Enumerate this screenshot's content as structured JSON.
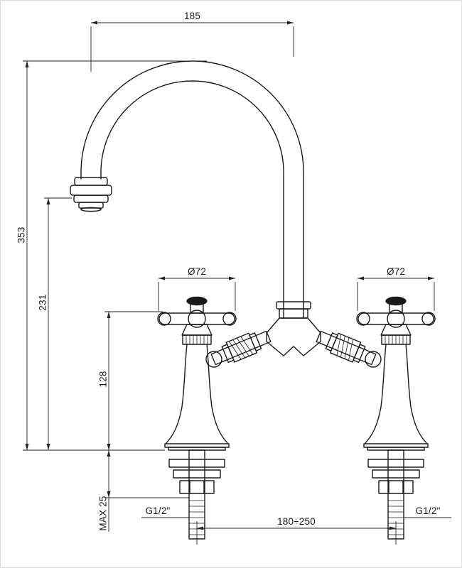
{
  "colors": {
    "line": "#1a1a1a",
    "dim_line": "#222222",
    "background": "#ffffff"
  },
  "dims": {
    "reach": "185",
    "total_height": "353",
    "outlet_height": "231",
    "handle_height": "128",
    "max_deck": "MAX 25",
    "dia_left": "Ø72",
    "dia_right": "Ø72",
    "spacing": "180÷250",
    "thread_left": "G1/2\"",
    "thread_right": "G1/2\""
  }
}
